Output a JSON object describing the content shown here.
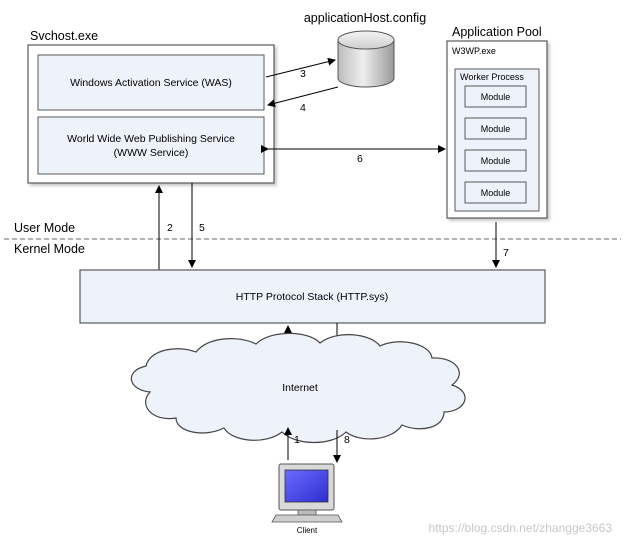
{
  "svchost": {
    "title": "Svchost.exe",
    "was_label": "Windows Activation Service (WAS)",
    "www_label_line1": "World Wide Web Publishing Service",
    "www_label_line2": "(WWW Service)"
  },
  "config": {
    "label": "applicationHost.config"
  },
  "app_pool": {
    "title": "Application Pool",
    "w3wp_label": "W3WP.exe",
    "worker_label": "Worker Process",
    "modules": [
      "Module",
      "Module",
      "Module",
      "Module"
    ]
  },
  "modes": {
    "user": "User Mode",
    "kernel": "Kernel Mode"
  },
  "http": {
    "label": "HTTP Protocol Stack (HTTP.sys)"
  },
  "internet": {
    "label": "Internet"
  },
  "client": {
    "label": "Client"
  },
  "steps": {
    "s1": "1",
    "s2": "2",
    "s3": "3",
    "s4": "4",
    "s5": "5",
    "s6": "6",
    "s7": "7",
    "s8": "8"
  },
  "watermark": "https://blog.csdn.net/zhangge3663",
  "colors": {
    "box_fill": "#eef2fa",
    "inner_fill": "#f6f8fd",
    "border": "#5a5a5a",
    "arrow": "#000000"
  }
}
